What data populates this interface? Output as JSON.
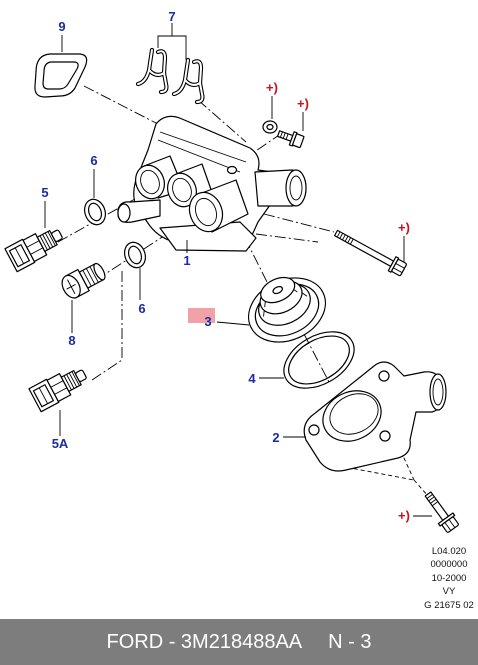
{
  "callouts": {
    "part_9": "9",
    "part_7": "7",
    "plus_washer": "+)",
    "plus_bolt_top": "+)",
    "part_6_upper": "6",
    "part_5": "5",
    "plus_long_bolt": "+)",
    "part_1": "1",
    "part_6_lower": "6",
    "part_3": "3",
    "part_8": "8",
    "part_4": "4",
    "part_2": "2",
    "part_5a": "5A",
    "plus_bottom_bolt": "+)"
  },
  "reference_block": [
    "L04.020",
    "0000000",
    "10-2000",
    "VY",
    "G 21675 02"
  ],
  "footer": {
    "part_number": "FORD - 3M218488AA",
    "page": "N - 3"
  },
  "colors": {
    "callout": "#1b2ca4",
    "plus_marker": "#c0141e",
    "highlight": "#f2a2a7",
    "footer_bg": "#7d7d7d",
    "footer_text": "#ffffff"
  }
}
